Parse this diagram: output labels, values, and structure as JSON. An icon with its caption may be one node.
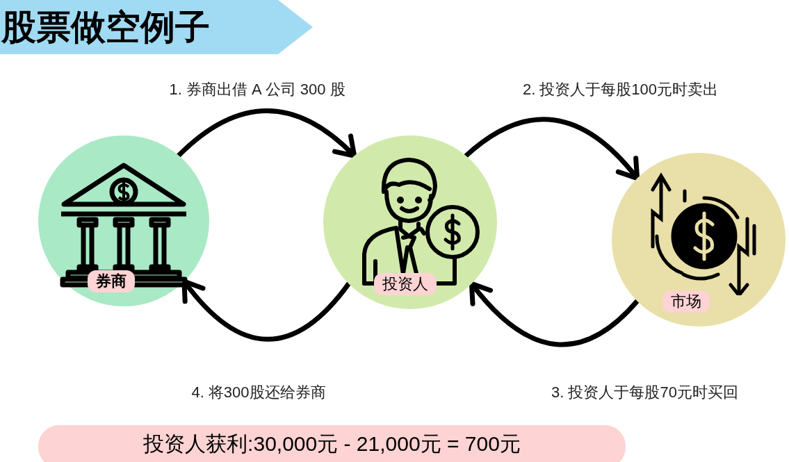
{
  "diagram": {
    "title": "股票做空例子",
    "nodes": [
      {
        "text": [
          "券商"
        ]
      },
      {
        "text": [
          "投资人"
        ]
      },
      {
        "text": [
          "市场"
        ]
      },
      {
        "text": [
          "投资人获利:30,000元 - 21,000元 = 700元"
        ]
      }
    ],
    "edges": [
      {
        "from": 0,
        "to": 1,
        "arrow": "to",
        "label": "1. 券商出借 A 公司 300 股"
      },
      {
        "from": 1,
        "to": 2,
        "arrow": "to",
        "label": "2. 投资人于每股100元时卖出"
      },
      {
        "from": 2,
        "to": 1,
        "arrow": "to",
        "label": "3. 投资人于每股70元时买回"
      },
      {
        "from": 1,
        "to": 0,
        "arrow": "to",
        "label": "4. 将300股还给券商"
      }
    ]
  }
}
